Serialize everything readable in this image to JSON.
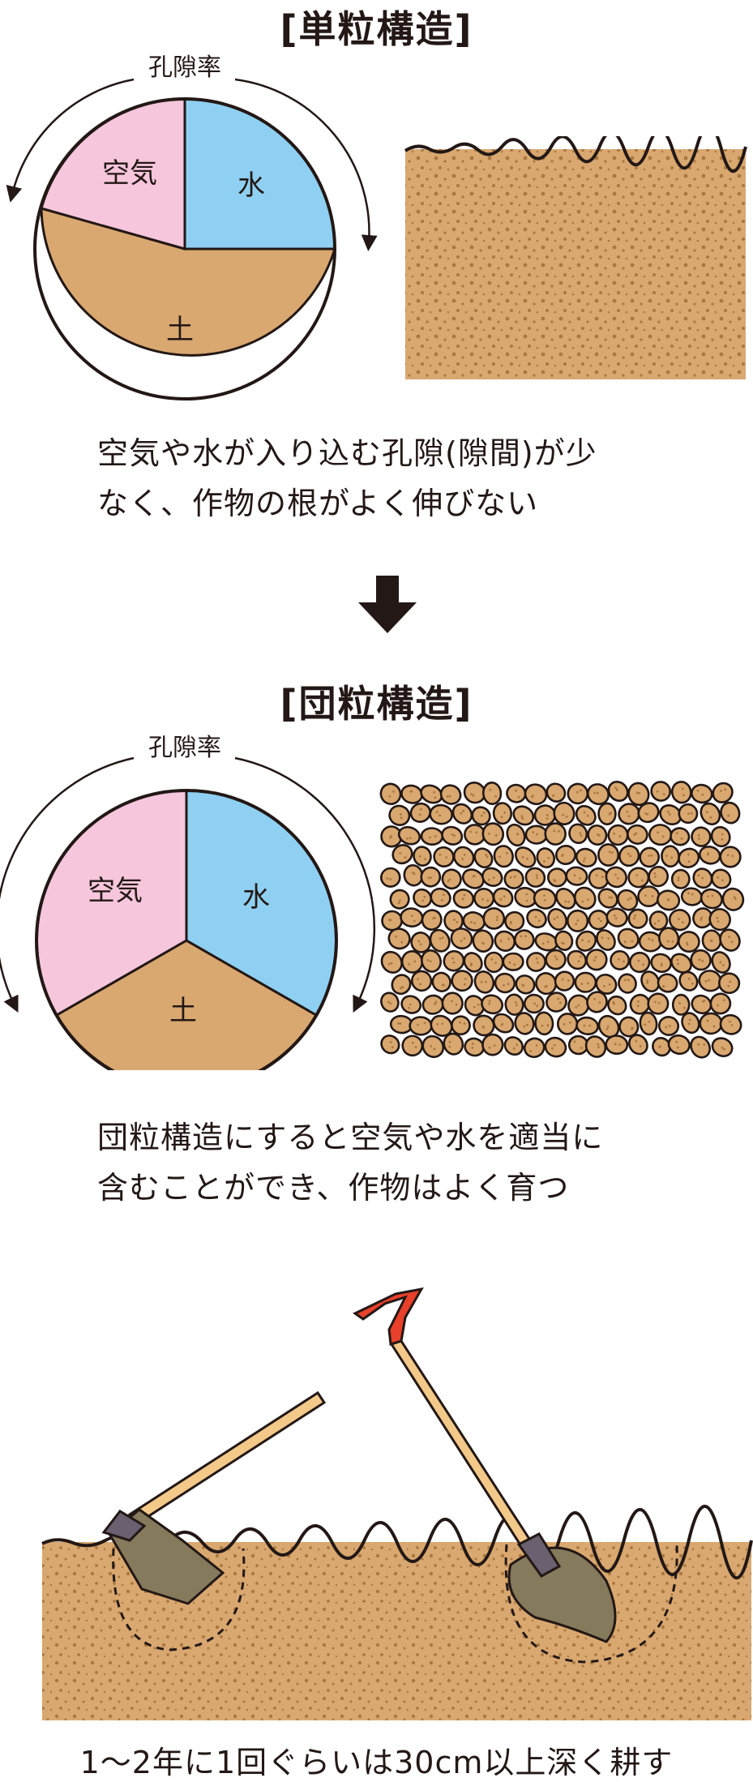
{
  "single_grain": {
    "title": "[単粒構造]",
    "porosity_label": "孔隙率",
    "labels": {
      "air": "空気",
      "water": "水",
      "soil": "土"
    },
    "caption_line1": "空気や水が入り込む孔隙(隙間)が少",
    "caption_line2": "なく、作物の根がよく伸びない"
  },
  "aggregate": {
    "title": "[団粒構造]",
    "porosity_label": "孔隙率",
    "labels": {
      "air": "空気",
      "water": "水",
      "soil": "土"
    },
    "caption_line1": "団粒構造にすると空気や水を適当に",
    "caption_line2": "含むことができ、作物はよく育つ"
  },
  "tillage": {
    "caption": "1〜2年に1回ぐらいは30cm以上深く耕す"
  },
  "colors": {
    "air": "#f5c6dc",
    "water": "#8fd0f2",
    "soil": "#d9a870",
    "soil_dark": "#a9773f",
    "outline": "#231815",
    "shovel_handle": "#e8402a",
    "handle_wood": "#f3c98a",
    "blade": "#857a5c"
  },
  "icons": {
    "transition": "arrow-down-icon"
  }
}
